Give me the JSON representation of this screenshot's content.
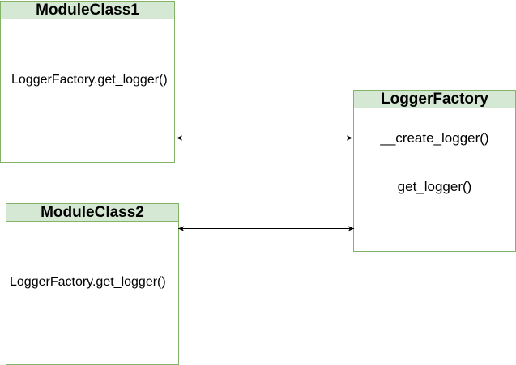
{
  "diagram": {
    "classes": {
      "module_class_1": {
        "name": "ModuleClass1",
        "body_text": "LoggerFactory.get_logger()"
      },
      "module_class_2": {
        "name": "ModuleClass2",
        "body_text": "LoggerFactory.get_logger()"
      },
      "logger_factory": {
        "name": "LoggerFactory",
        "methods": [
          "__create_logger()",
          "get_logger()"
        ]
      }
    },
    "colors": {
      "header_fill": "#d5e8d4",
      "border": "#82b366",
      "connector": "#000000"
    },
    "connectors": [
      {
        "from": "ModuleClass1",
        "to": "LoggerFactory",
        "arrowheads": "both"
      },
      {
        "from": "ModuleClass2",
        "to": "LoggerFactory",
        "arrowheads": "both"
      }
    ]
  }
}
